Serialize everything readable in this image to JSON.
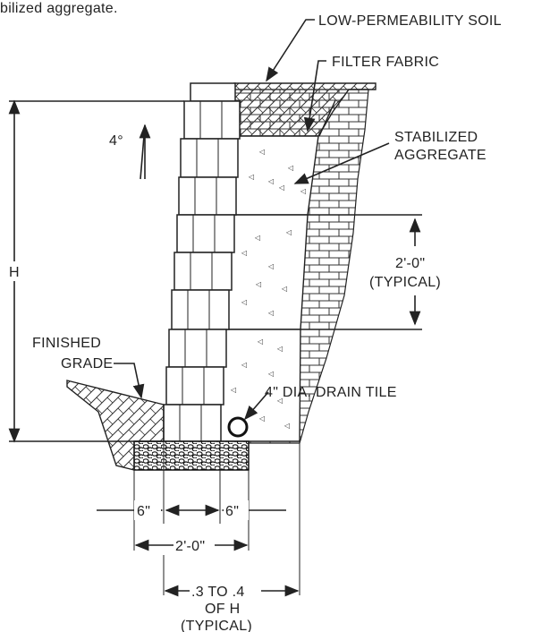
{
  "caption_fragment": "bilized aggregate.",
  "labels": {
    "low_permeability_soil": "LOW-PERMEABILITY SOIL",
    "filter_fabric": "FILTER FABRIC",
    "stabilized_1": "STABILIZED",
    "stabilized_2": "AGGREGATE",
    "batter": "4°",
    "height": "H",
    "spacing_1": "2'-0\"",
    "spacing_2": "(TYPICAL)",
    "finished_grade_1": "FINISHED",
    "finished_grade_2": "GRADE",
    "drain_tile": "4\" DIA. DRAIN TILE",
    "dim_left_6": "6\"",
    "dim_right_6": "6\"",
    "dim_base": "2'-0\"",
    "reinf_1": ".3 TO .4",
    "reinf_2": "OF H",
    "reinf_3": "(TYPICAL)"
  }
}
